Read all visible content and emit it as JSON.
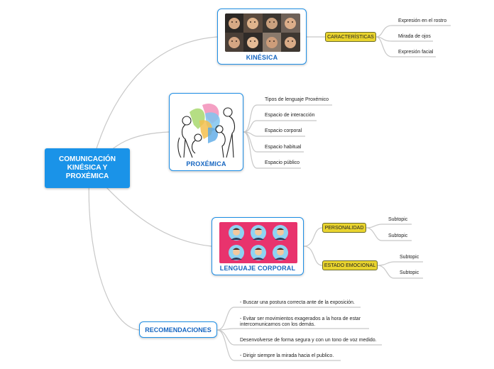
{
  "central": {
    "label": "COMUNICACIÓN KINÉSICA Y PROXÉMICA"
  },
  "kinesica": {
    "title": "KINÉSICA",
    "tag": "CARACTERÍSTICAS",
    "items": [
      "Expresión en el rostro",
      "Mirada de ojos",
      "Expresión facial"
    ]
  },
  "proxemica": {
    "title": "PROXÉMICA",
    "items": [
      "Tipos de lenguaje Proxémico",
      "Espacio de interacción",
      "Espacio corporal",
      "Espacio habitual",
      "Espacio público"
    ]
  },
  "lenguaje": {
    "title": "LENGUAJE CORPORAL",
    "groups": [
      {
        "tag": "PERSONALIDAD",
        "items": [
          "Subtopic",
          "Subtopic"
        ]
      },
      {
        "tag": "ESTADO EMOCIONAL",
        "items": [
          "Subtopic",
          "Subtopic"
        ]
      }
    ]
  },
  "recomendaciones": {
    "title": "RECOMENDACIONES",
    "items": [
      "- Buscar una postura correcta ante de la exposición.",
      "- Evitar ser movimientos exagerados a la hora de estar intercomunicarnos con los demás.",
      "Desenvolverse de forma segura y con un tono de voz medido.",
      "- Dirigir siempre la mirada hacia el publico."
    ]
  },
  "colors": {
    "accent": "#1a93e8",
    "tag": "#e9d42e",
    "connector": "#c8c8c8",
    "pink": "#e8336d"
  }
}
